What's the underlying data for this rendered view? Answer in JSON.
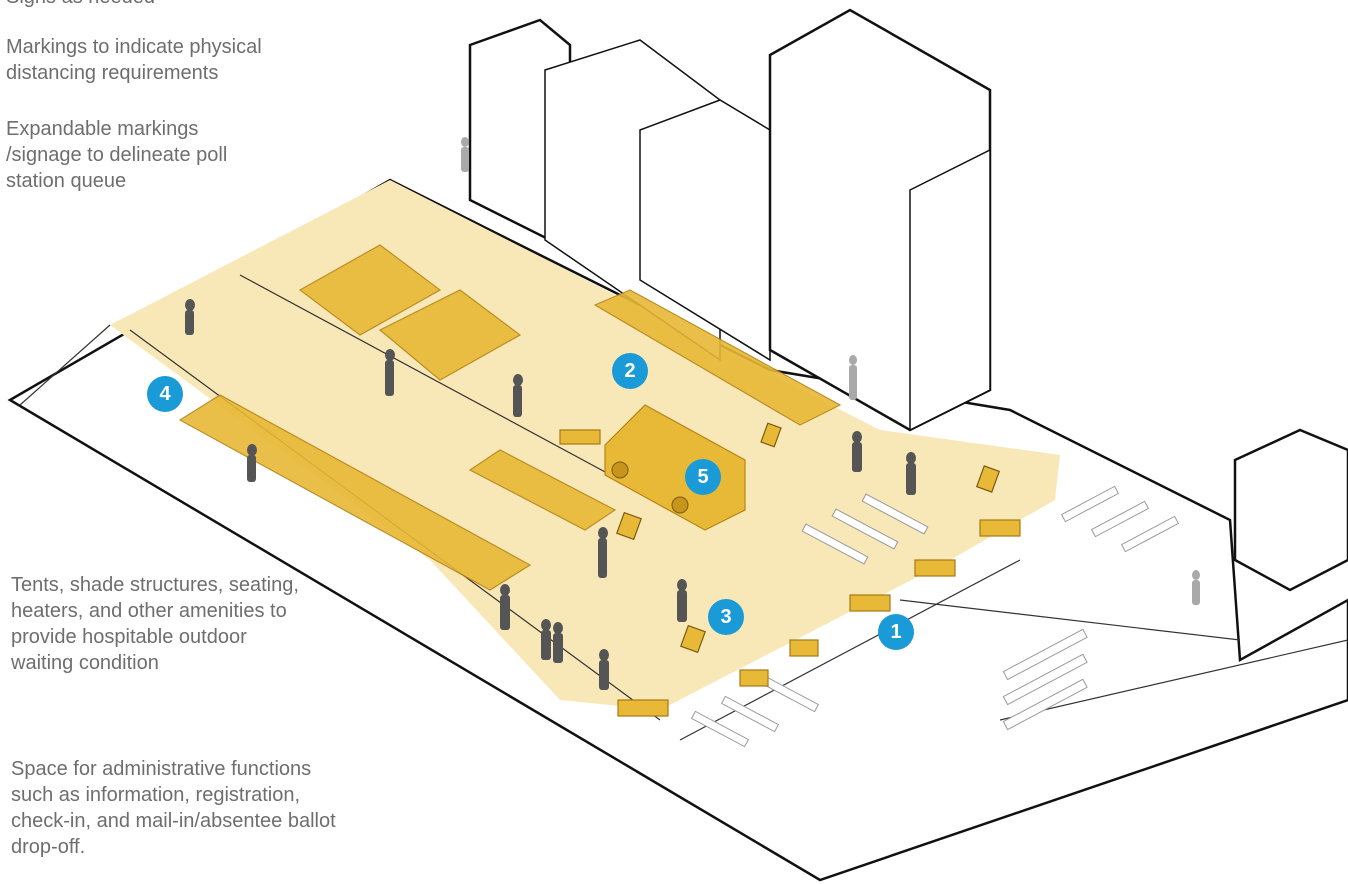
{
  "notes": [
    "Signs as needed",
    "Markings to indicate physical distancing requirements",
    "Expandable markings /signage to delineate poll station queue",
    "Tents, shade structures, seating, heaters, and other amenities to provide hospitable outdoor waiting condition",
    "Space for administrative functions such as information, registration, check-in, and mail-in/absentee ballot drop-off."
  ],
  "markers": [
    "1",
    "2",
    "3",
    "4",
    "5"
  ],
  "colors": {
    "outline": "#111111",
    "plaza": "#f8e7b7",
    "tent": "#e8b936",
    "tent_dark": "#c8951c",
    "marker": "#1a9ad6",
    "text": "#6e6e6e",
    "person": "#555555"
  }
}
